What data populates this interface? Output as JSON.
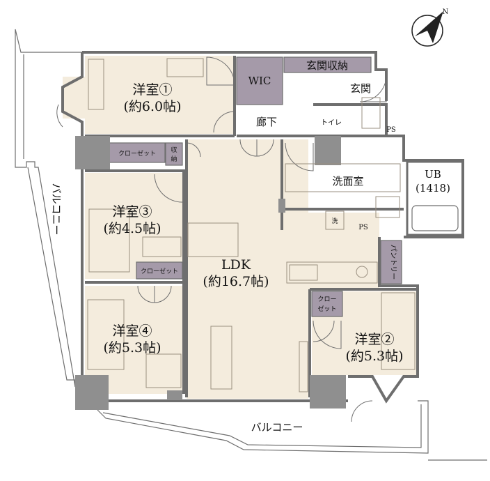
{
  "rooms": {
    "western1": {
      "name": "洋室①",
      "size": "(約6.0帖)"
    },
    "western2": {
      "name": "洋室②",
      "size": "(約5.3帖)"
    },
    "western3": {
      "name": "洋室③",
      "size": "(約4.5帖)"
    },
    "western4": {
      "name": "洋室④",
      "size": "(約5.3帖)"
    },
    "ldk": {
      "name": "LDK",
      "size": "(約16.7帖)"
    },
    "wic": "WIC",
    "entrance_storage": "玄関収納",
    "entrance": "玄関",
    "hallway": "廊下",
    "toilet": "トイレ",
    "ps1": "PS",
    "ps2": "PS",
    "washroom": "洗面室",
    "ub": {
      "name": "UB",
      "size": "(1418)"
    },
    "pantry": "パントリー",
    "closet3": "クローゼット",
    "closet4": "クローゼット",
    "closet2": {
      "line1": "クロー",
      "line2": "ゼット"
    },
    "storage_small": {
      "line1": "収",
      "line2": "納"
    },
    "washer": "洗"
  },
  "balconies": {
    "west": "バルコニー",
    "south": "バルコニー"
  },
  "compass": {
    "label": "N"
  },
  "colors": {
    "floor": "#f4ecdd",
    "storage": "#a59aa9",
    "wall": "#8f8f8f"
  }
}
